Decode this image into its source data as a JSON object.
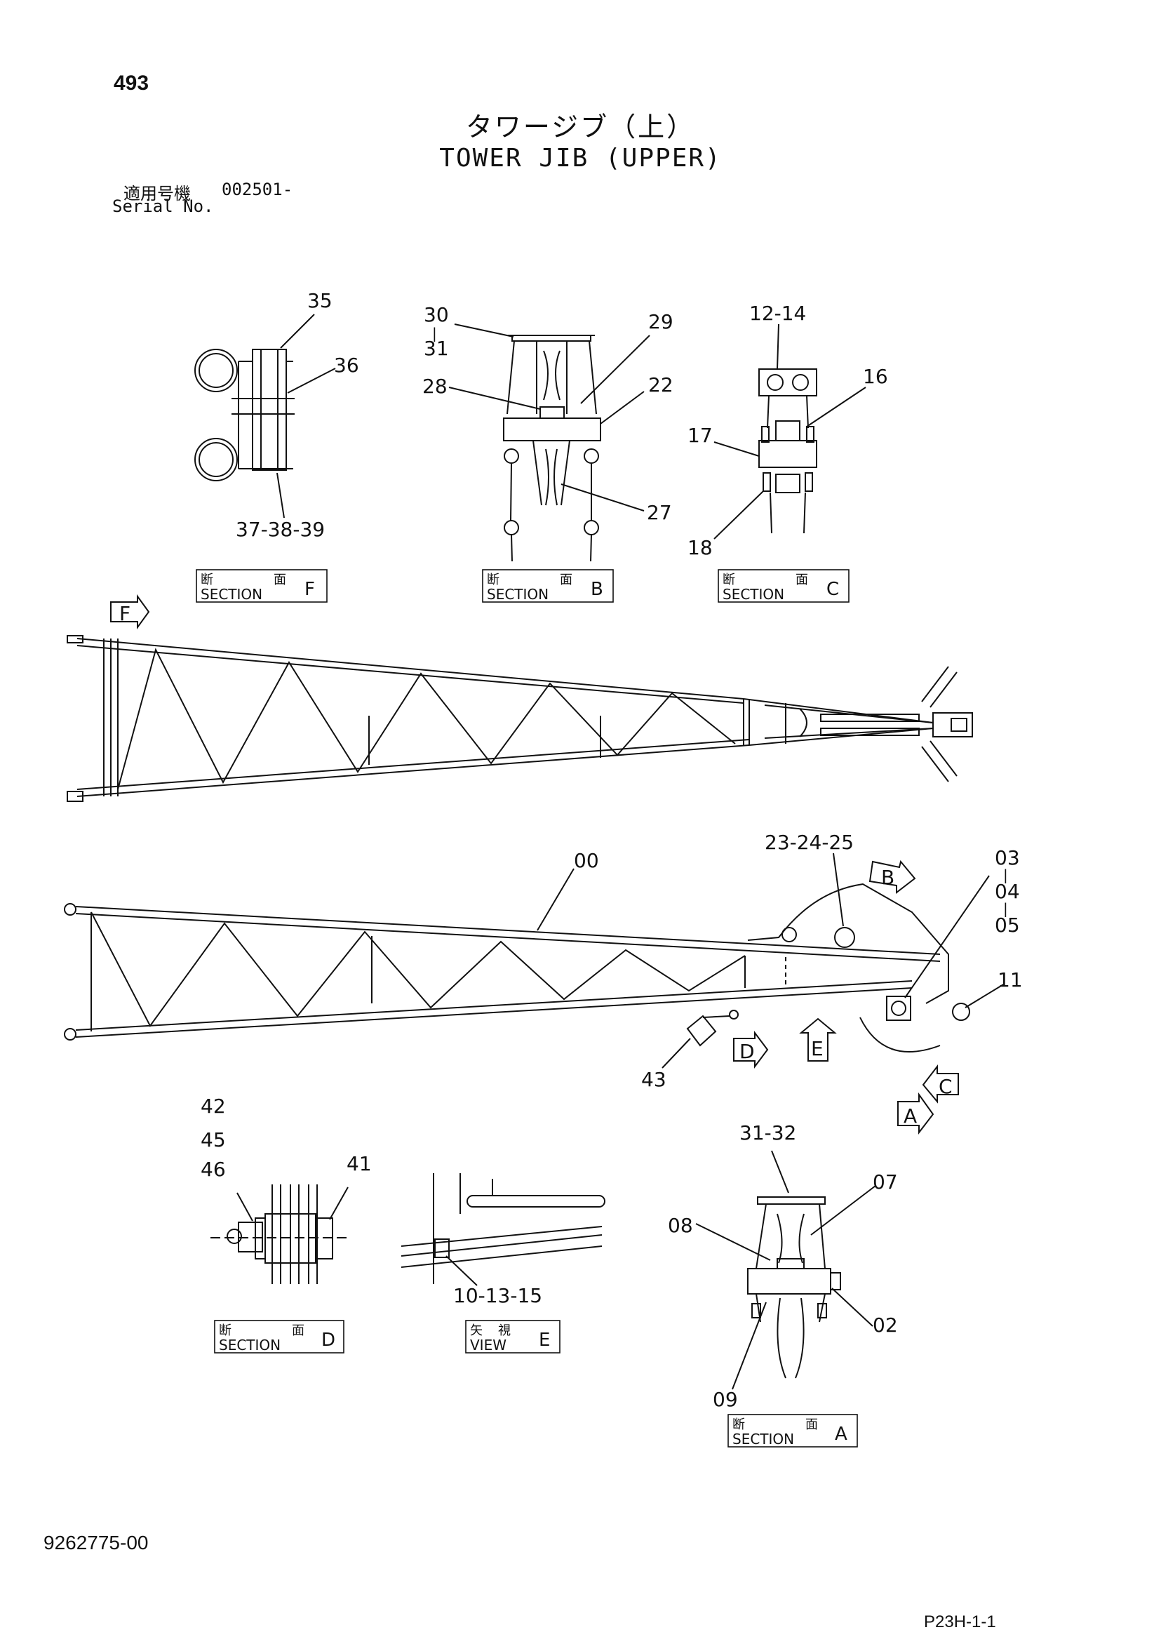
{
  "header": {
    "page_number": "493",
    "title_jp": "タワージブ（上）",
    "title_en": "TOWER JIB (UPPER)",
    "serial_label_jp": "適用号機",
    "serial_value": "002501-",
    "serial_label_en": "Serial No."
  },
  "footer": {
    "document_number": "9262775-00",
    "sheet_reference": "P23H-1-1"
  },
  "section_labels": {
    "jp_section_left": "断",
    "jp_section_right": "面",
    "jp_view_left": "矢",
    "jp_view_right": "視",
    "section": "SECTION",
    "view": "VIEW"
  },
  "views": {
    "F": "F",
    "B": "B",
    "C": "C",
    "D": "D",
    "E": "E",
    "A": "A"
  },
  "callouts": {
    "c35": "35",
    "c36": "36",
    "c37_39": "37-38-39",
    "c30": "30",
    "c30_dash": "|",
    "c31": "31",
    "c29": "29",
    "c28": "28",
    "c22": "22",
    "c27": "27",
    "c12_14": "12-14",
    "c16": "16",
    "c17": "17",
    "c18": "18",
    "c00": "00",
    "c23_25": "23-24-25",
    "c03": "03",
    "c03_dash": "|",
    "c04": "04",
    "c04_dash": "|",
    "c05": "05",
    "c11": "11",
    "c43": "43",
    "c42": "42",
    "c45": "45",
    "c46": "46",
    "c41": "41",
    "c10_15": "10-13-15",
    "c31_32": "31-32",
    "c07": "07",
    "c08": "08",
    "c02": "02",
    "c09": "09"
  },
  "colors": {
    "ink": "#111111",
    "paper": "#ffffff"
  }
}
